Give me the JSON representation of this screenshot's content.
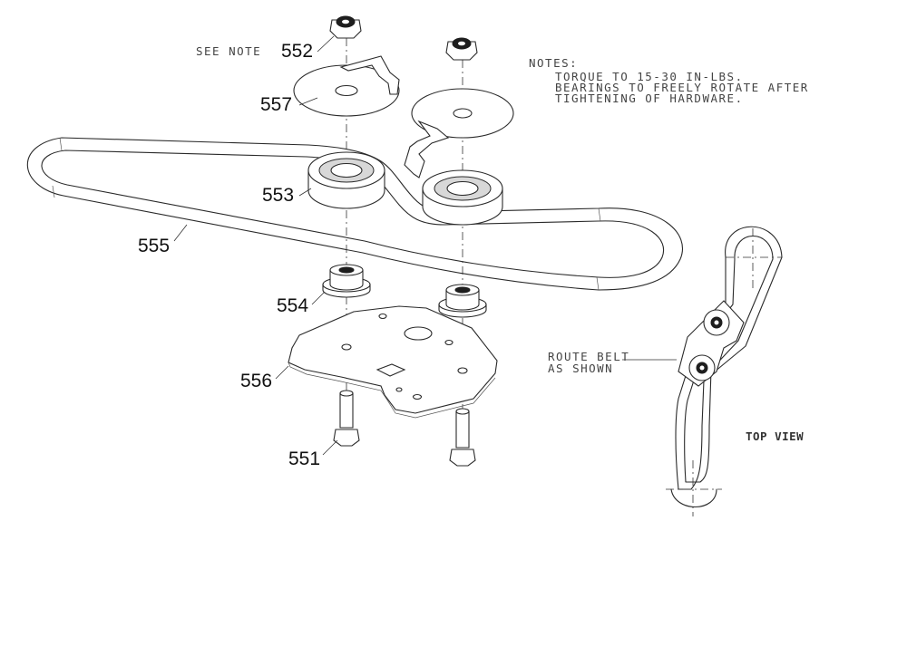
{
  "notes": {
    "heading": "NOTES:",
    "lines": [
      "TORQUE TO 15-30 IN-LBS.",
      "BEARINGS TO FREELY ROTATE AFTER",
      "TIGHTENING OF HARDWARE."
    ]
  },
  "labels": {
    "see_note": "SEE NOTE",
    "route_belt_1": "ROUTE BELT",
    "route_belt_2": "AS SHOWN",
    "top_view": "TOP VIEW"
  },
  "callouts": {
    "p552": "552",
    "p557": "557",
    "p553": "553",
    "p555": "555",
    "p554": "554",
    "p556": "556",
    "p551": "551"
  }
}
